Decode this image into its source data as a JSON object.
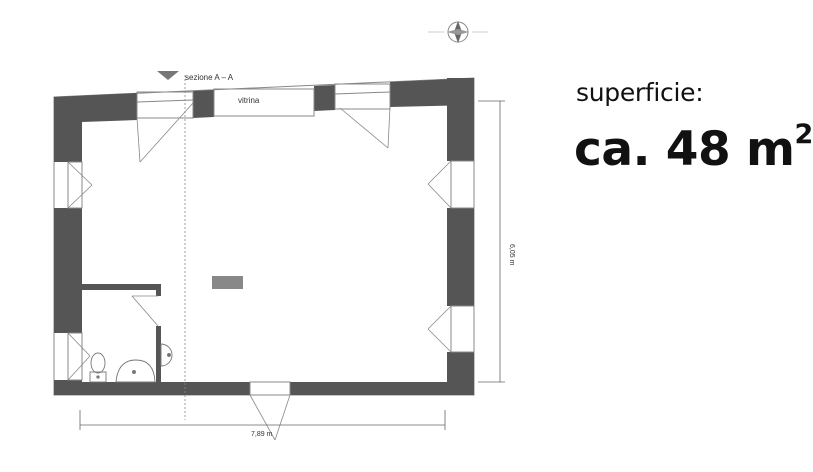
{
  "plan": {
    "section_label": "sezione A – A",
    "window_label": "vitrina",
    "dim_height": "6,05 m",
    "dim_width": "7,89 m"
  },
  "summary": {
    "label": "superficie:",
    "value": "ca. 48 m",
    "unit_sup": "2"
  },
  "colors": {
    "wall": "#555555",
    "line": "#777777",
    "background": "#ffffff"
  },
  "icons": [
    "compass-icon",
    "toilet-icon",
    "sink-icon",
    "handwash-icon"
  ]
}
